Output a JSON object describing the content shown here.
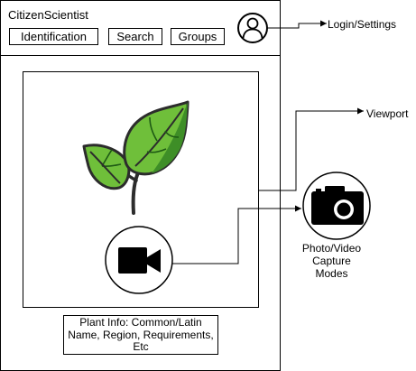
{
  "app": {
    "title": "CitizenScientist"
  },
  "nav": {
    "identification_label": "Identification",
    "search_label": "Search",
    "groups_label": "Groups"
  },
  "viewport": {
    "content_icon": "leaf-sprout-icon",
    "record_icon": "video-camera-icon"
  },
  "plant_info": {
    "text": "Plant Info: Common/Latin Name, Region, Requirements, Etc"
  },
  "annotations": {
    "login_settings": "Login/Settings",
    "viewport": "Viewport",
    "capture_modes_line1": "Photo/Video",
    "capture_modes_line2": "Capture",
    "capture_modes_line3": "Modes",
    "capture_icon": "photo-camera-icon"
  },
  "colors": {
    "leaf_light": "#6FBF3A",
    "leaf_dark": "#3E8E27",
    "leaf_vein": "#1E5A14",
    "stem": "#2C2C2C"
  }
}
